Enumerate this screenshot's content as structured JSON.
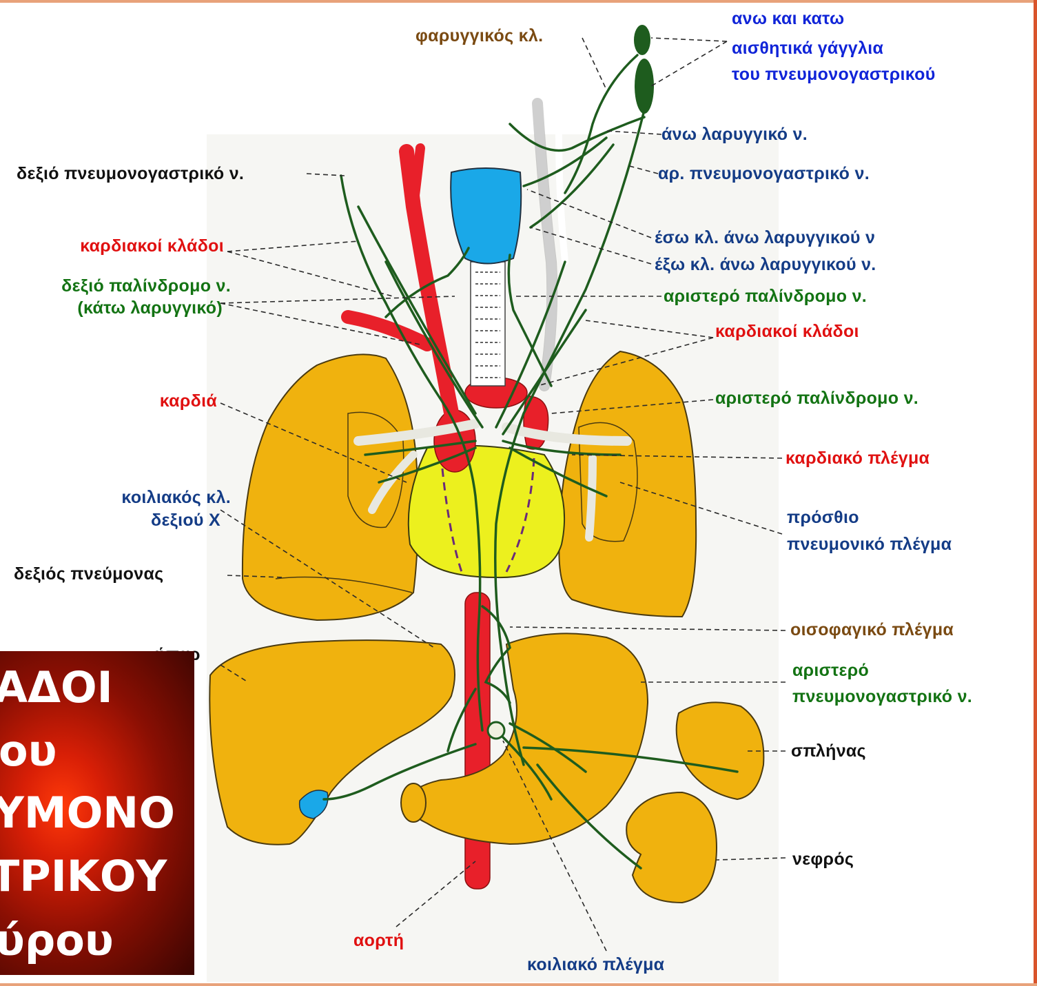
{
  "colors": {
    "nerve": "#1e5c1e",
    "artery": "#e8202a",
    "organ": "#f0b20e",
    "heart": "#ecf01e",
    "larynx": "#1aa8e8",
    "leader": "#2a2a2a",
    "black_label": "#111111",
    "red_label": "#e01010",
    "green_label": "#137313",
    "blue_label": "#143c86",
    "brown_label": "#7a4a12",
    "bright_blue_label": "#1024d8"
  },
  "labels": {
    "pharyngeal_branch": "φαρυγγικός κλ.",
    "ganglia_1": "ανω και κατω",
    "ganglia_2": "αισθητικά γάγγλια",
    "ganglia_3": "του πνευμονογαστρικού",
    "superior_laryngeal": "άνω λαρυγγικό ν.",
    "left_vagus_top": "αρ. πνευμονογαστρικό ν.",
    "right_vagus": "δεξιό πνευμονογαστρικό ν.",
    "internal_branch": "έσω κλ. άνω λαρυγγικού ν",
    "external_branch": "έξω κλ. άνω λαρυγγικού ν.",
    "cardiac_branches_right": "καρδιακοί κλάδοι",
    "right_recurrent_1": "δεξιό παλίνδρομο ν.",
    "right_recurrent_2": "(κάτω λαρυγγικό)",
    "left_recurrent_top": "αριστερό παλίνδρομο ν.",
    "cardiac_branches_left": "καρδιακοί κλάδοι",
    "heart": "καρδιά",
    "left_recurrent_mid": "αριστερό παλίνδρομο ν.",
    "cardiac_plexus": "καρδιακό πλέγμα",
    "celiac_branch_1": "κοιλιακός κλ.",
    "celiac_branch_2": "δεξιού Χ",
    "anterior_pulmonary_1": "πρόσθιο",
    "anterior_pulmonary_2": "πνευμονικό πλέγμα",
    "right_lung": "δεξιός πνεύμονας",
    "esophageal_plexus": "οισοφαγικό πλέγμα",
    "left_vagus_bottom_1": "αριστερό",
    "left_vagus_bottom_2": "πνευμονογαστρικό ν.",
    "liver_partial": "ήπαρ",
    "spleen": "σπλήνας",
    "kidney": "νεφρός",
    "aorta": "αορτή",
    "celiac_plexus": "κοιλιακό πλέγμα"
  },
  "title_box": {
    "line_1": "ΑΔΟΙ",
    "line_2": "ου",
    "line_3": "ΥΜΟΝΟ",
    "line_4": "ΤΡΙΚΟΥ",
    "line_5": "ύρου"
  }
}
